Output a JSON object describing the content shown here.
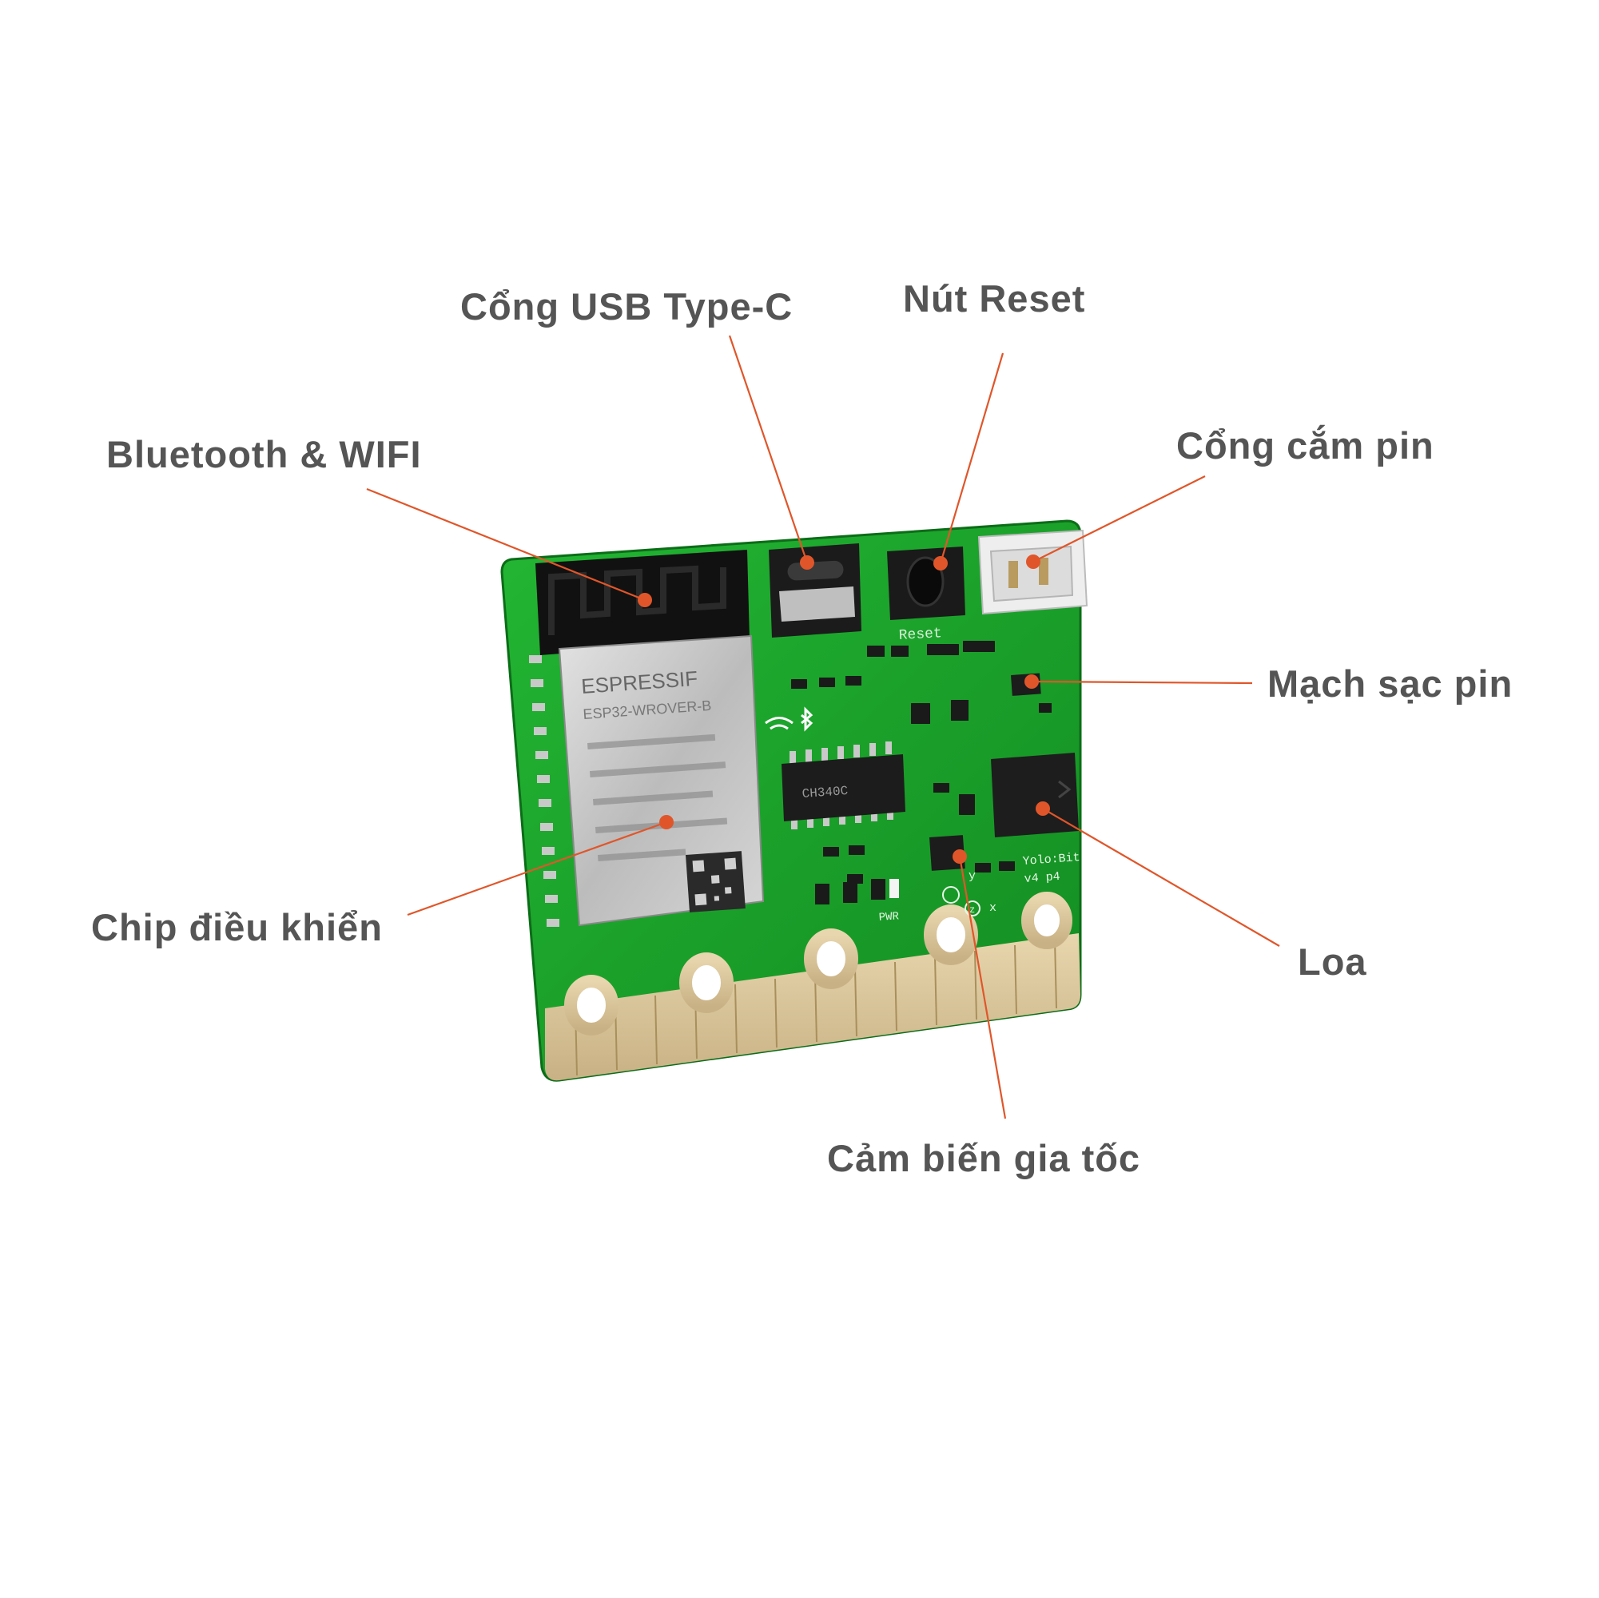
{
  "colors": {
    "background": "#ffffff",
    "label_text": "#555555",
    "leader_line": "#e0562a",
    "pcb_green": "#1aa52a",
    "pcb_dark_green": "#0e7a1c",
    "gold_contact": "#d9c49b",
    "shield_metal": "#c9c9c9"
  },
  "board": {
    "module_brand": "ESPRESSIF",
    "module_model": "ESP32-WROVER-B",
    "usb_chip_marking": "CH340C",
    "reset_silkscreen": "Reset",
    "power_led_silkscreen": "PWR",
    "board_name": "Yolo:Bit",
    "board_version": "v4 p4",
    "axis_y": "y",
    "axis_x": "x",
    "axis_z": "z"
  },
  "callouts": [
    {
      "id": "usb",
      "label": "Cổng USB Type-C"
    },
    {
      "id": "reset",
      "label": "Nút Reset"
    },
    {
      "id": "bluetooth",
      "label": "Bluetooth & WIFI"
    },
    {
      "id": "battery-port",
      "label": "Cổng cắm pin"
    },
    {
      "id": "charger",
      "label": "Mạch sạc pin"
    },
    {
      "id": "mcu",
      "label": "Chip điều khiển"
    },
    {
      "id": "speaker",
      "label": "Loa"
    },
    {
      "id": "accelerometer",
      "label": "Cảm biến gia tốc"
    }
  ]
}
